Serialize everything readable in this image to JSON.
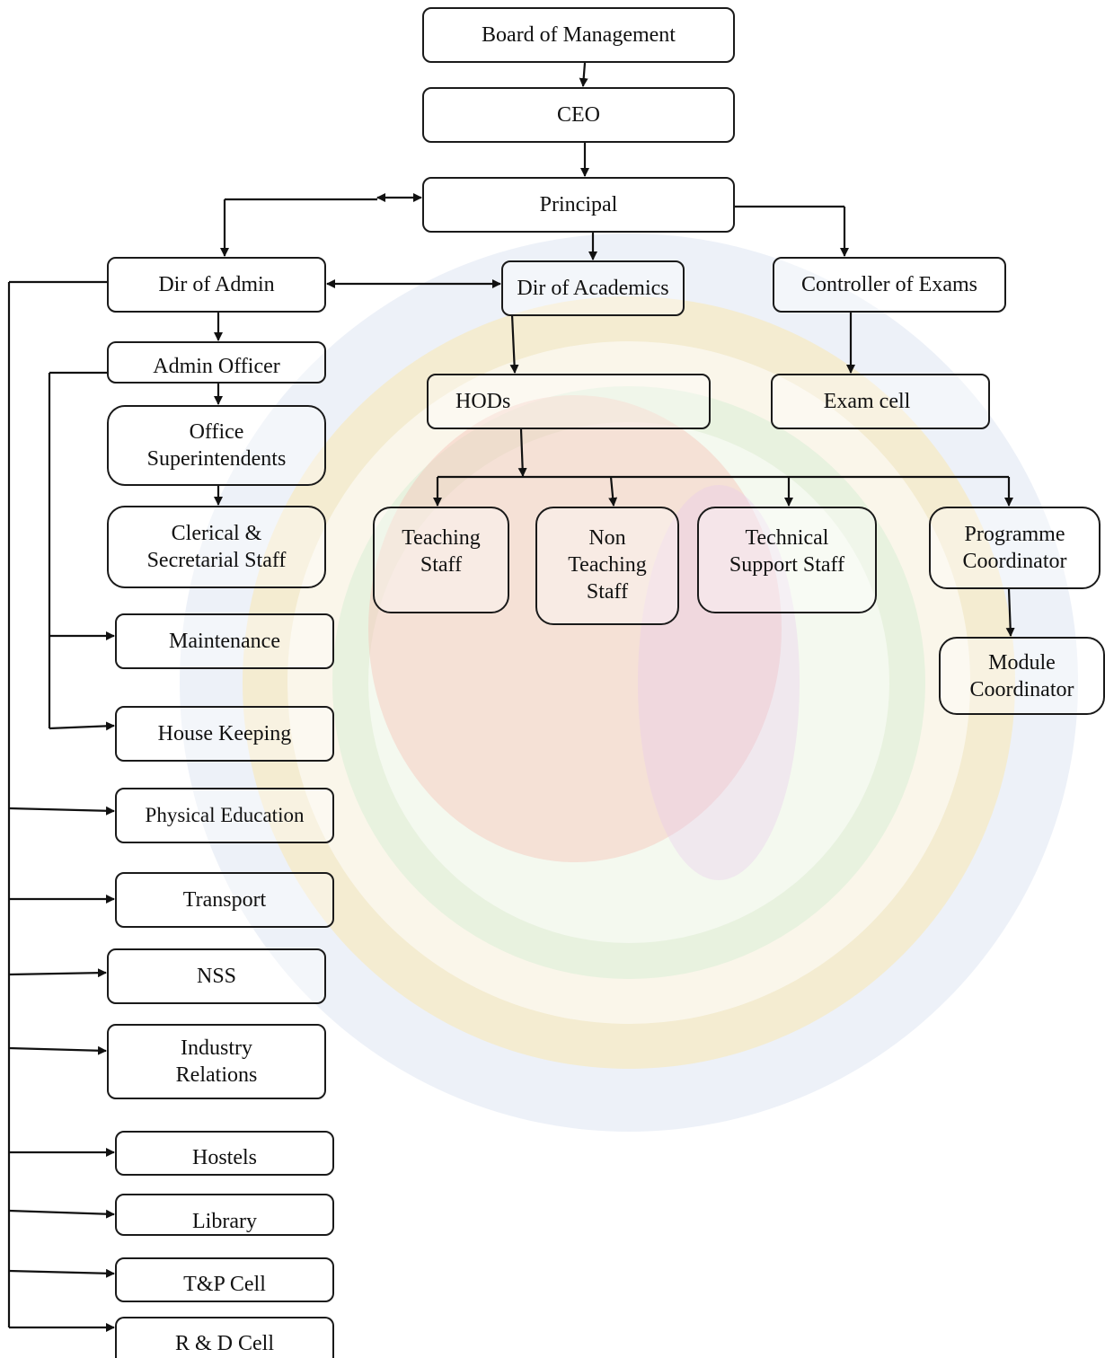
{
  "nodes": {
    "board": "Board of Management",
    "ceo": "CEO",
    "principal": "Principal",
    "dir_admin": "Dir of Admin",
    "dir_academics": "Dir of Academics",
    "controller_exams": "Controller of Exams",
    "admin_officer": "Admin Officer",
    "office_superintendents": "Office\nSuperintendents",
    "clerical": "Clerical &\nSecretarial Staff",
    "maintenance": "Maintenance",
    "house_keeping": "House Keeping",
    "physical_education": "Physical Education",
    "transport": "Transport",
    "nss": "NSS",
    "industry_relations": "Industry\nRelations",
    "hostels": "Hostels",
    "library": "Library",
    "tp_cell": "T&P Cell",
    "rd_cell": "R & D Cell",
    "hods": "HODs",
    "exam_cell": "Exam cell",
    "teaching_staff": "Teaching\nStaff",
    "non_teaching_staff": "Non\nTeaching\nStaff",
    "technical_support_staff": "Technical\nSupport Staff",
    "programme_coordinator": "Programme\nCoordinator",
    "module_coordinator": "Module\nCoordinator"
  },
  "colors": {
    "line": "#111111",
    "watermark_outer": "#c5d0e6",
    "watermark_ring": "#f3d98a",
    "watermark_green": "#c9e8c8",
    "watermark_center": "#f5b7a8"
  }
}
